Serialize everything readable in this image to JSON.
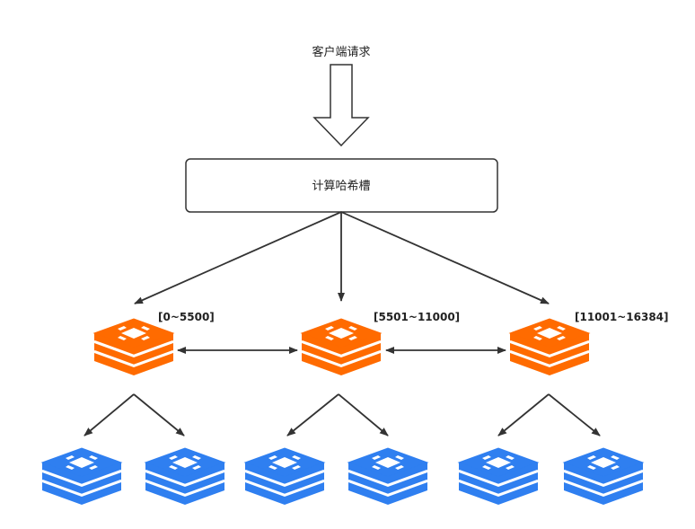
{
  "client_request": {
    "label": "客户端请求"
  },
  "hash_box": {
    "label": "计算哈希槽"
  },
  "masters": [
    {
      "range": "[0~5500]"
    },
    {
      "range": "[5501~11000]"
    },
    {
      "range": "[11001~16384]"
    }
  ],
  "colors": {
    "master": "#FF6B00",
    "replica": "#2F7FF0",
    "line": "#333333",
    "box_border": "#333333"
  },
  "icons": {
    "master": "redis-master-icon",
    "replica": "redis-replica-icon"
  }
}
